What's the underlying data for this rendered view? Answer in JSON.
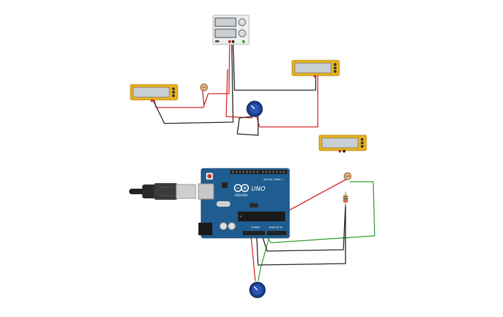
{
  "canvas": {
    "background": "#ffffff"
  },
  "arduino": {
    "model_label": "UNO",
    "brand_label": "ARDUINO",
    "digital_header_label": "DIGITAL (PWM~)",
    "power_header_label": "POWER",
    "analog_header_label": "ANALOG IN",
    "board_color": "#1f5c8f"
  },
  "wire_colors": {
    "red": "#d11f1f",
    "black": "#1c1c1c",
    "green": "#2e9e2e"
  },
  "components": [
    {
      "type": "power-supply",
      "icon": "bench-power-supply-icon"
    },
    {
      "type": "multimeter",
      "icon": "multimeter-icon",
      "count": 3
    },
    {
      "type": "photoresistor",
      "icon": "ldr-icon",
      "count": 2
    },
    {
      "type": "potentiometer",
      "icon": "potentiometer-icon",
      "count": 2
    },
    {
      "type": "resistor",
      "icon": "resistor-icon",
      "count": 1
    },
    {
      "type": "usb-cable",
      "icon": "usb-plug-icon",
      "count": 1
    }
  ]
}
